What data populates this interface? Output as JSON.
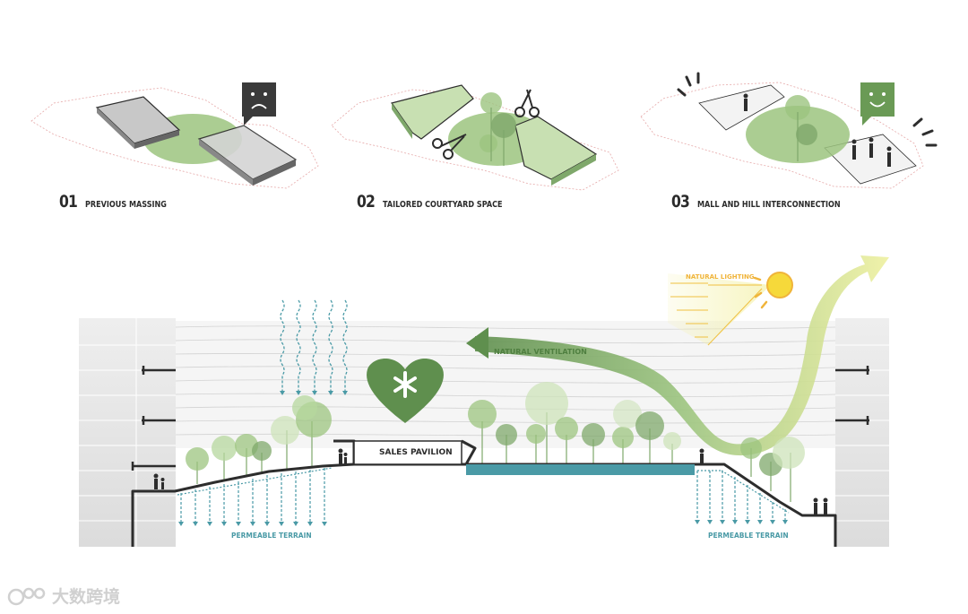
{
  "steps": [
    {
      "number": "01",
      "label": "PREVIOUS MASSING",
      "face_icon": "sad-face-icon"
    },
    {
      "number": "02",
      "label": "TAILORED COURTYARD SPACE",
      "face_icon": "scissors-icon"
    },
    {
      "number": "03",
      "label": "MALL AND HILL INTERCONNECTION",
      "face_icon": "happy-face-icon"
    }
  ],
  "section": {
    "natural_lighting": "NATURAL LIGHTING",
    "natural_ventilation": "NATURAL VENTILATION",
    "sales_pavilion": "SALES PAVILION",
    "permeable_left": "PERMEABLE TERRAIN",
    "permeable_right": "PERMEABLE TERRAIN",
    "heart_icon": "heart-asterisk-icon"
  },
  "watermark": {
    "text": "大数跨境"
  },
  "colors": {
    "green_dark": "#5f8f4e",
    "green_light": "#9cc47f",
    "teal_water": "#4a9aa6",
    "sun_yellow": "#f6d93a",
    "light_beam": "#f4f1a8",
    "ground": "#2d2d2d",
    "face_box": "#3a3a3a",
    "face_box_happy": "#6a9a55",
    "dashed_red": "#e6a9a9"
  }
}
